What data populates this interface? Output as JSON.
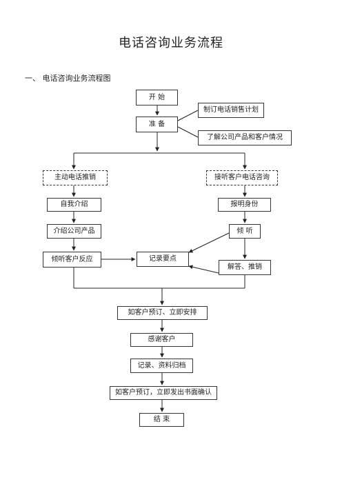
{
  "doc": {
    "title": "电话咨询业务流程",
    "section_heading": "一、  电话咨询业务流程图"
  },
  "flow": {
    "start": "开    始",
    "prepare": "准    备",
    "plan": "制订电话销售计划",
    "understand": "了解公司产品和客户情况",
    "active_call": "主动电话推销",
    "answer_call": "接听客户电话咨询",
    "self_intro": "自我介绍",
    "report_identity": "报明身份",
    "intro_product": "介绍公司产品",
    "listen": "倾  听",
    "listen_reaction": "倾听客户反应",
    "record_points": "记录要点",
    "answer_sell": "解答、推销",
    "order_arrange": "如客户预订、立即安排",
    "thank": "感谢客户",
    "archive": "记录、资料归档",
    "written_confirm": "如客户预订，立即发出书面确认",
    "end": "结    束"
  }
}
